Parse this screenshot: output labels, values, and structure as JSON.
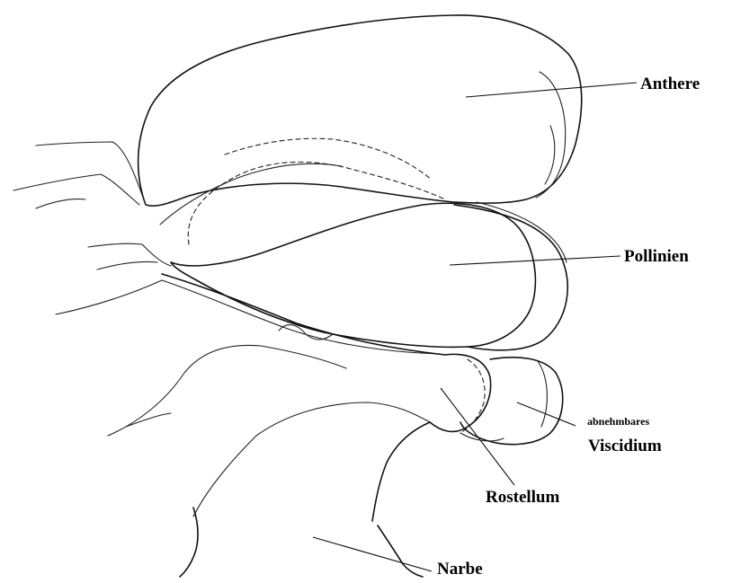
{
  "labels": {
    "anthere": "Anthere",
    "pollinien": "Pollinien",
    "abnehmbares": "abnehmbares",
    "viscidium": "Viscidium",
    "rostellum": "Rostellum",
    "narbe": "Narbe"
  }
}
